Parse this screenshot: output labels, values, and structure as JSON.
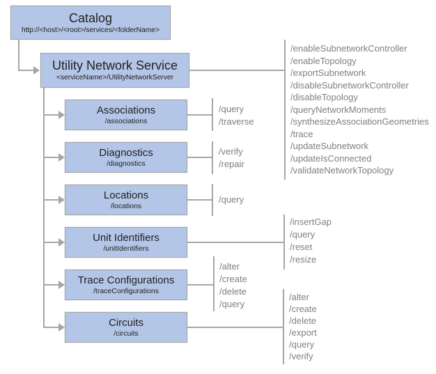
{
  "diagram": {
    "catalog": {
      "title": "Catalog",
      "subtitle": "http://<host>/<root>/services/<folderName>"
    },
    "service": {
      "title": "Utility Network Service",
      "subtitle": "<serviceName>/UtilityNetworkServer",
      "operations": [
        "/enableSubnetworkController",
        "/enableTopology",
        "/exportSubnetwork",
        "/disableSubnetworkController",
        "/disableTopology",
        "/queryNetworkMoments",
        "/synthesizeAssociationGeometries",
        "/trace",
        "/updateSubnetwork",
        "/updateIsConnected",
        "/validateNetworkTopology"
      ]
    },
    "resources": [
      {
        "title": "Associations",
        "subtitle": "/associations",
        "operations": [
          "/query",
          "/traverse"
        ]
      },
      {
        "title": "Diagnostics",
        "subtitle": "/diagnostics",
        "operations": [
          "/verify",
          "/repair"
        ]
      },
      {
        "title": "Locations",
        "subtitle": "/locations",
        "operations": [
          "/query"
        ]
      },
      {
        "title": "Unit Identifiers",
        "subtitle": "/unitIdentifiers",
        "operations": [
          "/insertGap",
          "/query",
          "/reset",
          "/resize"
        ]
      },
      {
        "title": "Trace Configurations",
        "subtitle": "/traceConfigurations",
        "operations": [
          "/alter",
          "/create",
          "/delete",
          "/query"
        ]
      },
      {
        "title": "Circuits",
        "subtitle": "/circuits",
        "operations": [
          "/alter",
          "/create",
          "/delete",
          "/export",
          "/query",
          "/verify"
        ]
      }
    ],
    "colors": {
      "box_fill": "#b4c6e7",
      "box_border": "#a3a3a3",
      "connector": "#a6a6a6",
      "operation_text": "#7f7f7f",
      "title_text": "#1f1f1f"
    }
  }
}
